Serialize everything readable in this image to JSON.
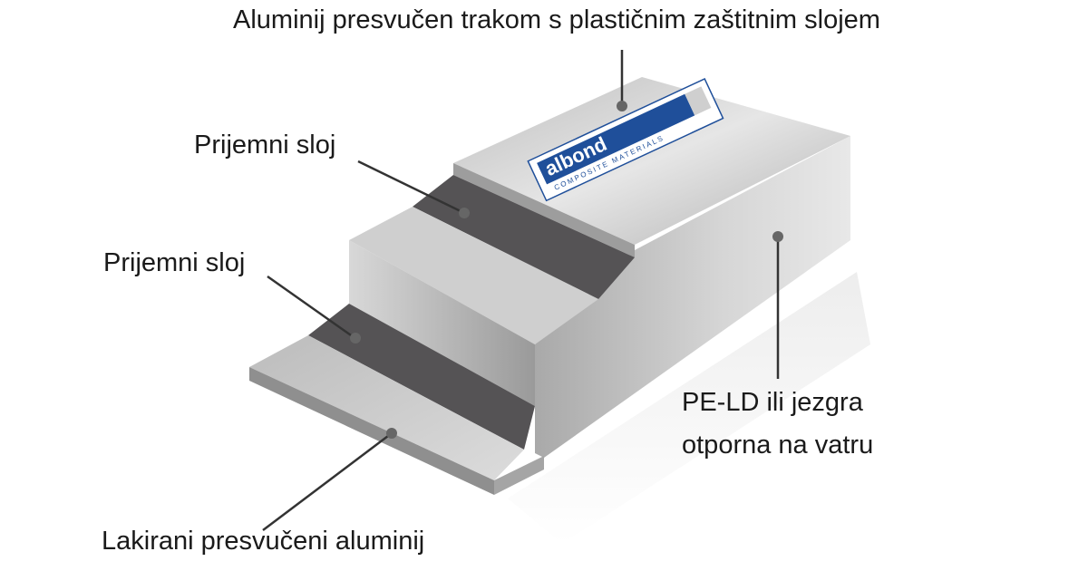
{
  "labels": {
    "top_coating": "Aluminij presvučen trakom s plastičnim zaštitnim slojem",
    "adhesive_upper": "Prijemni sloj",
    "adhesive_lower": "Prijemni sloj",
    "core_line1": "PE-LD ili jezgra",
    "core_line2": "otporna na vatru",
    "bottom_coating": "Lakirani presvučeni aluminij"
  },
  "logo": {
    "brand": "albond",
    "tagline": "COMPOSITE MATERIALS"
  },
  "colors": {
    "aluminium": "#c8c8c8",
    "adhesive": "#555355",
    "logo_blue": "#1f4f9a",
    "leader": "#333333"
  }
}
